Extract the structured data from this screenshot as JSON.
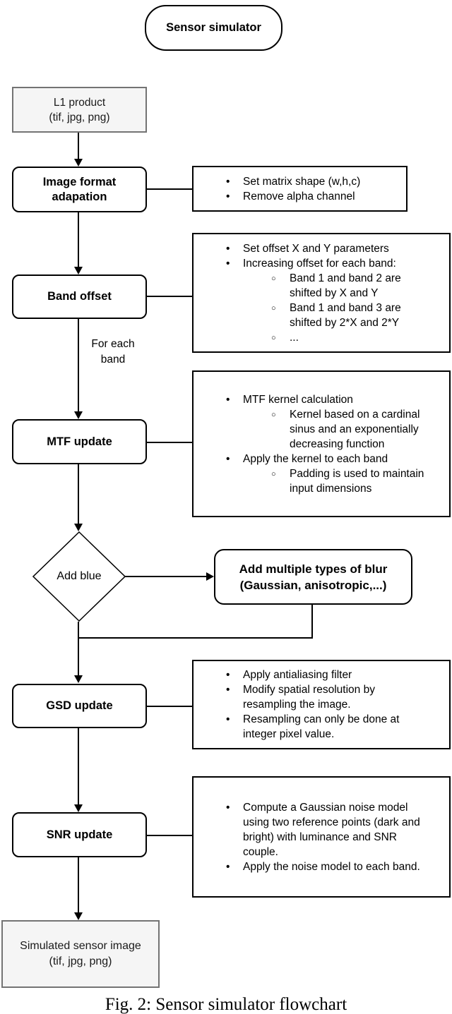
{
  "figure": {
    "caption": "Fig. 2: Sensor simulator flowchart"
  },
  "colors": {
    "terminal_fill": "#f5f5f5",
    "terminal_border": "#737373",
    "node_border": "#000000",
    "line": "#000000",
    "background": "#ffffff"
  },
  "start": {
    "label": "Sensor simulator"
  },
  "terminals": {
    "input": {
      "title": "L1 product",
      "subtitle": "(tif, jpg, png)"
    },
    "output": {
      "title": "Simulated sensor image",
      "subtitle": "(tif, jpg, png)"
    }
  },
  "process": {
    "image_format": {
      "label": "Image format adapation"
    },
    "band_offset": {
      "label": "Band offset"
    },
    "mtf": {
      "label": "MTF update"
    },
    "gsd": {
      "label": "GSD update"
    },
    "snr": {
      "label": "SNR update"
    }
  },
  "decision": {
    "label": "Add blue"
  },
  "blur": {
    "line1": "Add multiple types of blur",
    "line2": "(Gaussian, anisotropic,...)"
  },
  "edge_labels": {
    "for_each_band": "For each band"
  },
  "details": {
    "image_format": {
      "items": [
        {
          "level": 1,
          "text": "Set matrix shape (w,h,c)"
        },
        {
          "level": 1,
          "text": "Remove alpha channel"
        }
      ]
    },
    "band_offset": {
      "items": [
        {
          "level": 1,
          "text": "Set offset X and Y parameters"
        },
        {
          "level": 1,
          "text": "Increasing offset for each band:"
        },
        {
          "level": 2,
          "text": "Band 1 and band 2 are shifted by X and Y"
        },
        {
          "level": 2,
          "text": "Band 1 and band 3 are shifted by 2*X and 2*Y"
        },
        {
          "level": 2,
          "text": "..."
        }
      ]
    },
    "mtf": {
      "items": [
        {
          "level": 1,
          "text": "MTF kernel calculation"
        },
        {
          "level": 2,
          "text": "Kernel based on a cardinal sinus and an exponentially decreasing function"
        },
        {
          "level": 1,
          "text": "Apply the kernel to each band"
        },
        {
          "level": 2,
          "text": "Padding is used to maintain input dimensions"
        }
      ]
    },
    "gsd": {
      "items": [
        {
          "level": 1,
          "text": "Apply antialiasing filter"
        },
        {
          "level": 1,
          "text": "Modify spatial resolution by resampling the image."
        },
        {
          "level": 1,
          "text": "Resampling can only be done at integer pixel value."
        }
      ]
    },
    "snr": {
      "items": [
        {
          "level": 1,
          "text": "Compute a Gaussian noise model using two reference points (dark and bright) with luminance and SNR couple."
        },
        {
          "level": 1,
          "text": "Apply the noise model to each band."
        }
      ]
    }
  }
}
